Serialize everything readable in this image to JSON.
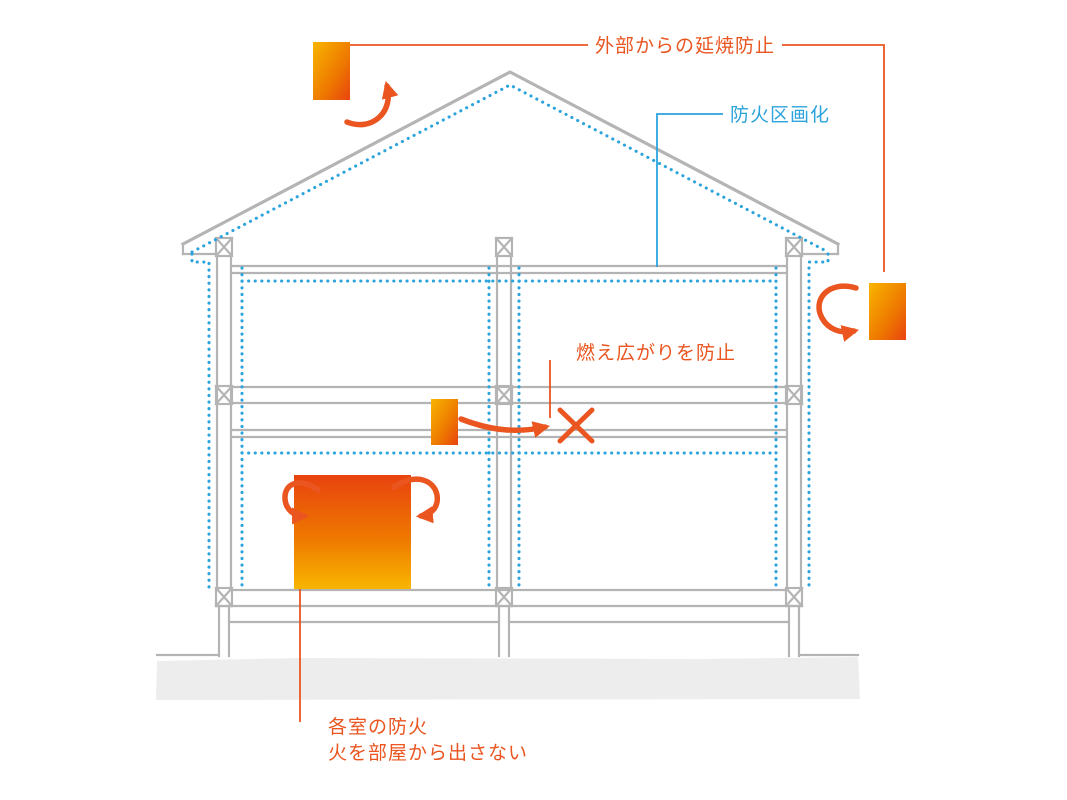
{
  "labels": {
    "external_spread_prevention": "外部からの延焼防止",
    "fire_compartmentalization": "防火区画化",
    "flame_spread_prevention": "燃え広がりを防止",
    "room_fire_containment_line1": "各室の防火",
    "room_fire_containment_line2": "火を部屋から出さない"
  },
  "icons": {
    "flame_outside_top": "flame-gradient-rect",
    "flame_outside_right": "flame-gradient-rect",
    "flame_interior_small": "flame-gradient-rect",
    "flame_room_large": "flame-gradient-rect",
    "curved_arrow": "fire-spread-arrow",
    "blocked_cross": "×"
  },
  "colors": {
    "accent_orange": "#ea5520",
    "accent_blue": "#2ba3dc",
    "structure_gray": "#b4b4b4",
    "ground_gray": "#ededed",
    "flame_yellow": "#f8b500",
    "flame_orange": "#ee7800",
    "flame_red": "#e8430f",
    "background": "#ffffff"
  }
}
